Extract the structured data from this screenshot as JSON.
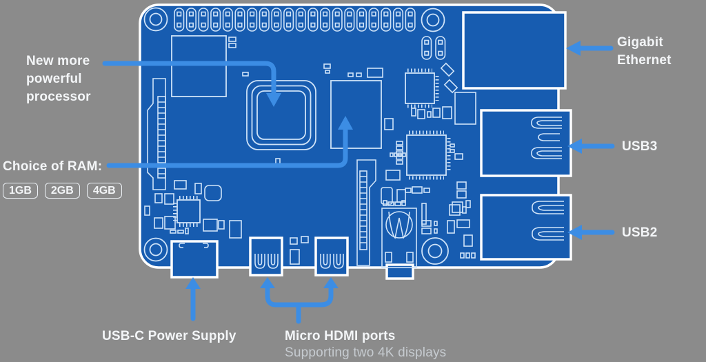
{
  "colors": {
    "background": "#8b8b8b",
    "board_fill": "#175cb0",
    "board_outline": "#ffffff",
    "component_outline": "#cfe3f8",
    "arrow": "#3c8de4",
    "text_primary": "#f3f5f7",
    "text_secondary": "#c6cbd0"
  },
  "annotations": {
    "processor": {
      "label": "New more\npowerful\nprocessor"
    },
    "ram": {
      "label": "Choice of RAM:",
      "options": [
        "1GB",
        "2GB",
        "4GB"
      ]
    },
    "ethernet": {
      "label": "Gigabit\nEthernet"
    },
    "usb3": {
      "label": "USB3"
    },
    "usb2": {
      "label": "USB2"
    },
    "power_supply": {
      "label": "USB-C Power Supply"
    },
    "hdmi": {
      "label": "Micro HDMI ports",
      "sublabel": "Supporting two 4K displays"
    }
  }
}
